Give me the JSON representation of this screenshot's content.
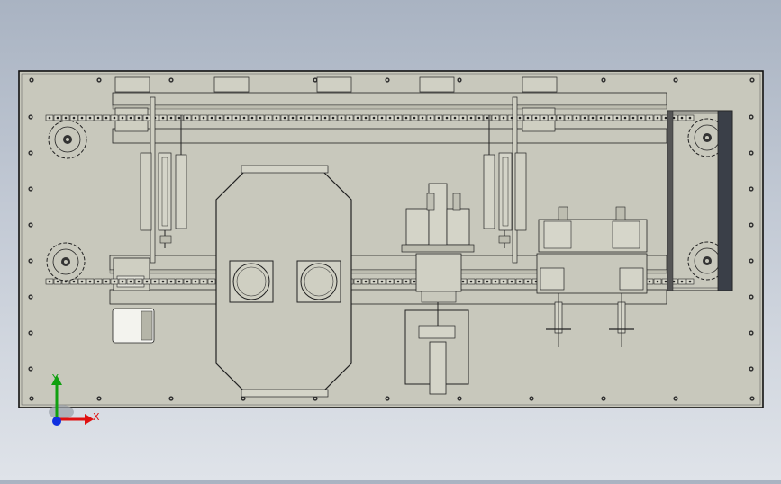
{
  "viewport": {
    "name": "cad-model-viewport",
    "background_top": "#a9b3c2",
    "background_bottom": "#dfe3e9"
  },
  "model": {
    "view": "top",
    "plate_color": "#c8c8bc",
    "line_color": "#1a1a1a",
    "sprocket_count": 4,
    "cylinder_count": 2,
    "motor_window_count": 2
  },
  "triad": {
    "x_label": "X",
    "y_label": "Y",
    "x_color": "#e01010",
    "y_color": "#10a010",
    "z_color": "#1030e0"
  }
}
